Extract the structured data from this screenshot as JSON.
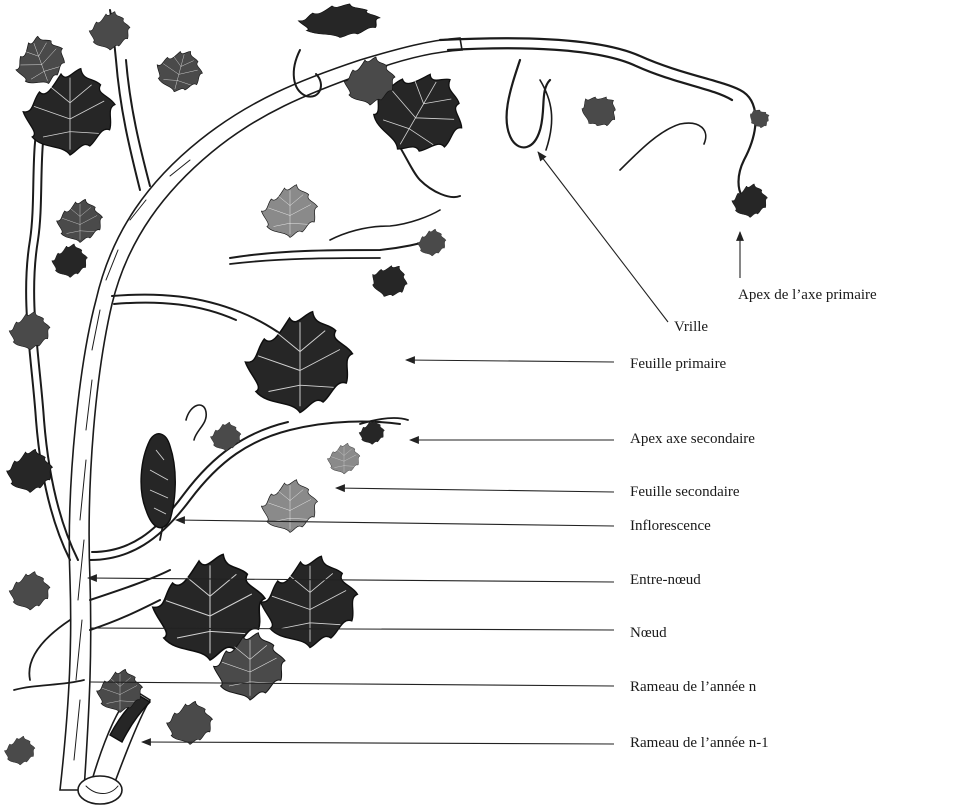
{
  "labels": {
    "apex_primaire": "Apex de l’axe primaire",
    "vrille": "Vrille",
    "feuille_primaire": "Feuille primaire",
    "apex_secondaire": "Apex axe secondaire",
    "feuille_secondaire": "Feuille secondaire",
    "inflorescence": "Inflorescence",
    "entre_noeud": "Entre-nœud",
    "noeud": "Nœud",
    "rameau_n": "Rameau de l’année n",
    "rameau_n1": "Rameau de l’année n-1"
  },
  "colors": {
    "ink": "#1b1b1b",
    "background": "#ffffff"
  }
}
